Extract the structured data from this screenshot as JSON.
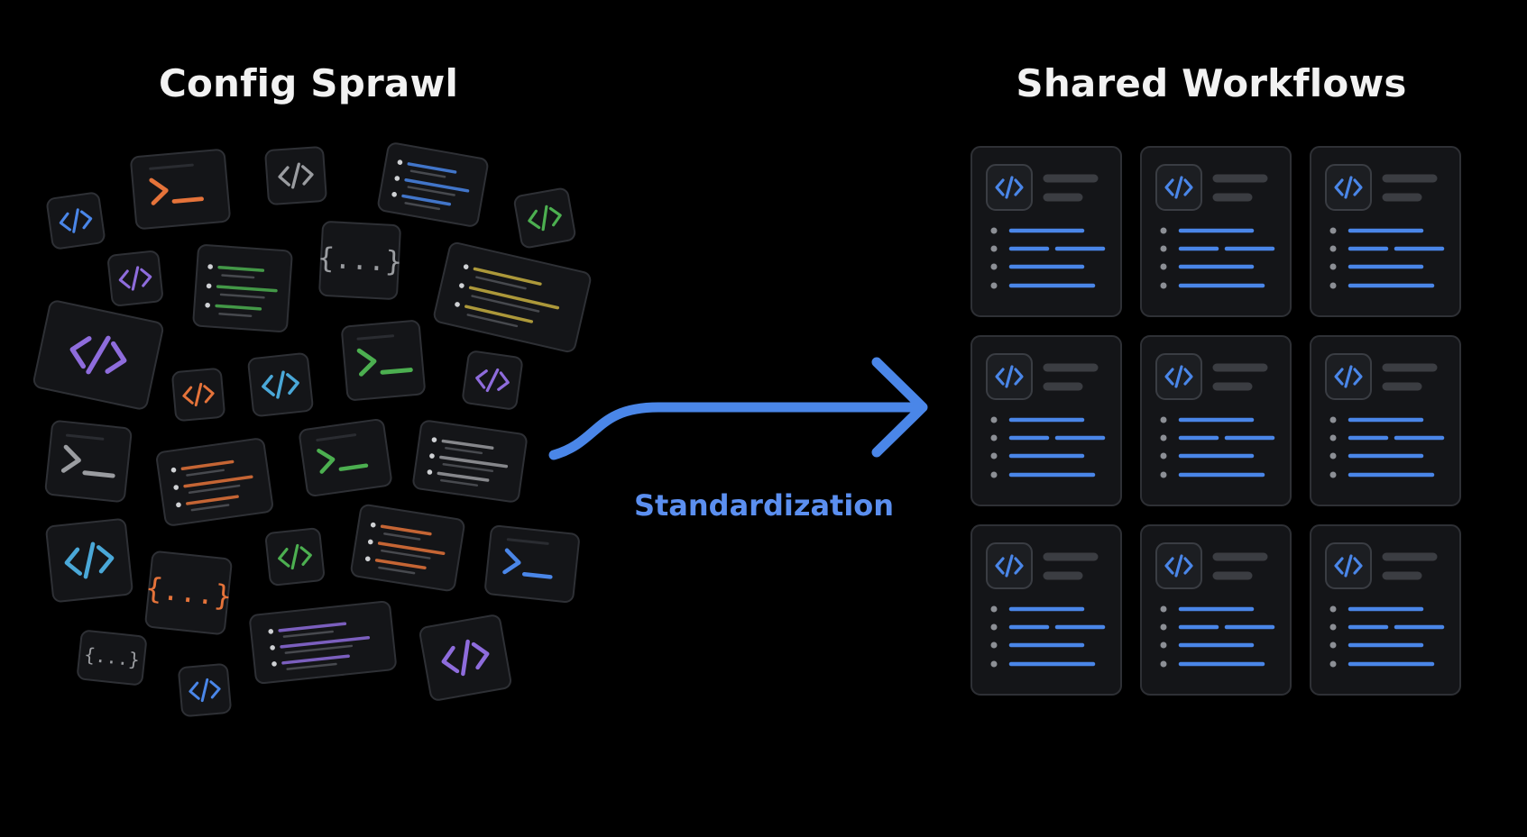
{
  "left_title": "Config Sprawl",
  "right_title": "Shared Workflows",
  "arrow_label": "Standardization",
  "colors": {
    "background": "#000000",
    "card_fill": "#141518",
    "card_border": "#2e3035",
    "accent_blue": "#4a86e8",
    "orange": "#e5733a",
    "green": "#4caf50",
    "purple": "#8e6cdc",
    "cyan": "#4aa8d8",
    "gray": "#9a9ca0",
    "yellow": "#c7b040"
  },
  "sprawl_icons": [
    {
      "kind": "code",
      "color": "blue"
    },
    {
      "kind": "terminal",
      "color": "orange"
    },
    {
      "kind": "code",
      "color": "gray"
    },
    {
      "kind": "lines",
      "color": "blue"
    },
    {
      "kind": "code",
      "color": "green"
    },
    {
      "kind": "code",
      "color": "purple"
    },
    {
      "kind": "lines",
      "color": "green"
    },
    {
      "kind": "braces",
      "color": "gray"
    },
    {
      "kind": "lines",
      "color": "yellow"
    },
    {
      "kind": "code",
      "color": "purple"
    },
    {
      "kind": "code",
      "color": "orange"
    },
    {
      "kind": "code",
      "color": "cyan"
    },
    {
      "kind": "terminal",
      "color": "green"
    },
    {
      "kind": "code",
      "color": "purple"
    },
    {
      "kind": "terminal",
      "color": "gray"
    },
    {
      "kind": "lines",
      "color": "orange"
    },
    {
      "kind": "terminal",
      "color": "green"
    },
    {
      "kind": "lines",
      "color": "gray"
    },
    {
      "kind": "code",
      "color": "cyan"
    },
    {
      "kind": "braces",
      "color": "orange"
    },
    {
      "kind": "code",
      "color": "green"
    },
    {
      "kind": "lines",
      "color": "orange"
    },
    {
      "kind": "terminal",
      "color": "blue"
    },
    {
      "kind": "lines",
      "color": "purple"
    },
    {
      "kind": "braces",
      "color": "gray"
    },
    {
      "kind": "code",
      "color": "blue"
    },
    {
      "kind": "code",
      "color": "purple"
    }
  ],
  "workflow_cards": [
    {
      "kind": "workflow-card"
    },
    {
      "kind": "workflow-card"
    },
    {
      "kind": "workflow-card"
    },
    {
      "kind": "workflow-card"
    },
    {
      "kind": "workflow-card"
    },
    {
      "kind": "workflow-card"
    },
    {
      "kind": "workflow-card"
    },
    {
      "kind": "workflow-card"
    },
    {
      "kind": "workflow-card"
    }
  ]
}
